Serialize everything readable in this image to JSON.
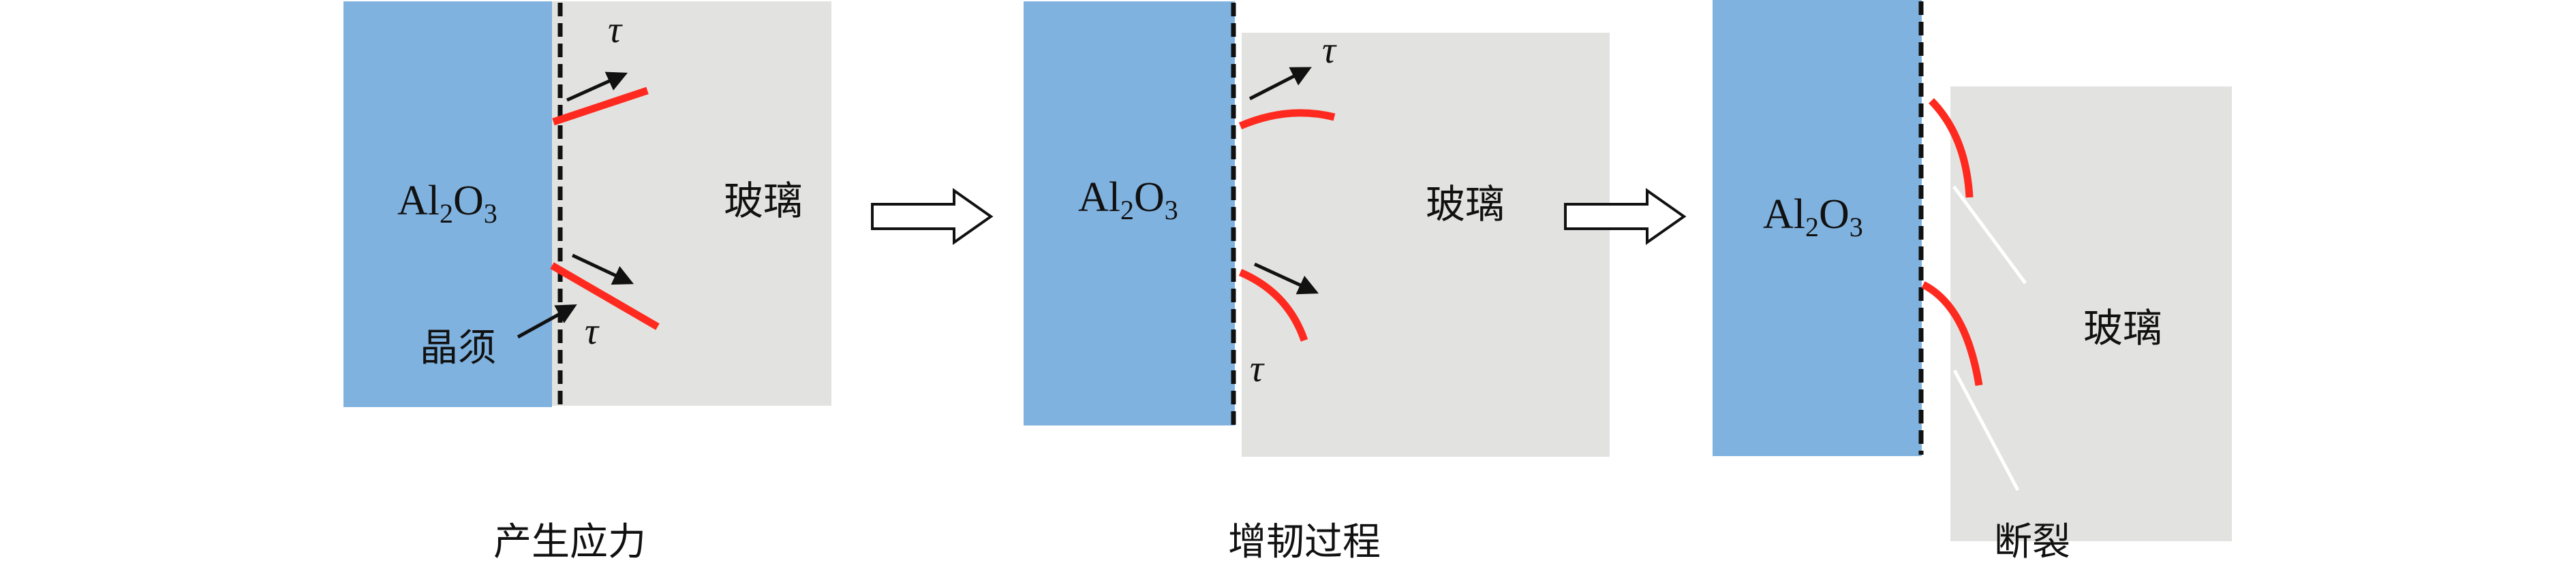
{
  "colors": {
    "alumina": "#80b2df",
    "glass": "#e2e3e0",
    "whisker": "#ff2a1f",
    "crack": "#ffffff",
    "interface": "#111111"
  },
  "labels": {
    "alumina": {
      "base": "Al",
      "sub1": "2",
      "mid": "O",
      "sub2": "3"
    },
    "glass": "玻璃",
    "whisker": "晶须",
    "shear_stress": "τ"
  },
  "stages": [
    {
      "caption": "产生应力"
    },
    {
      "caption": "增韧过程"
    },
    {
      "caption": "断裂"
    }
  ],
  "transition_icon": "hollow-right-arrow-icon"
}
